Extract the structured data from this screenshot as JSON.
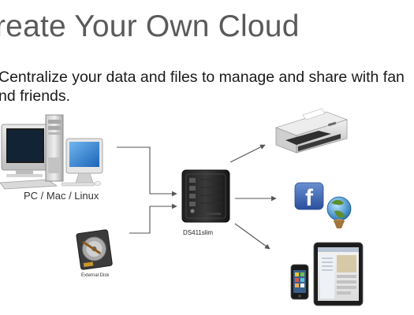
{
  "slide": {
    "title": "reate Your Own Cloud",
    "bullet_line1": "Centralize your data and files to manage and share with fan",
    "bullet_line2": "nd friends."
  },
  "diagram": {
    "pc_label": "PC / Mac / Linux",
    "nas_label": "DS411slim",
    "disk_label": "External Disk"
  }
}
